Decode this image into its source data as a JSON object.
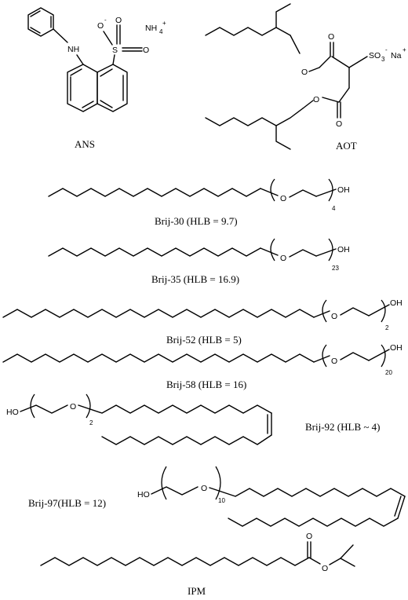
{
  "molecules": {
    "ans": {
      "caption": "ANS",
      "nh": "NH",
      "s": "S",
      "o1": "O",
      "o2": "O",
      "o_minus": "O",
      "minus": "-",
      "nh4": "NH",
      "nh4_sub": "4",
      "nh4_plus": "+"
    },
    "aot": {
      "caption": "AOT",
      "o_ester1": "O",
      "o_carb1": "O",
      "o_ester2": "O",
      "o_carb2": "O",
      "so3": "SO",
      "so3_sub": "3",
      "so3_minus": "-",
      "na": "Na",
      "na_plus": "+"
    },
    "brij30": {
      "caption": "Brij-30 (HLB = 9.7)",
      "o": "O",
      "oh": "OH",
      "n": "4"
    },
    "brij35": {
      "caption": "Brij-35  (HLB = 16.9)",
      "o": "O",
      "oh": "OH",
      "n": "23"
    },
    "brij52": {
      "caption": "Brij-52  (HLB = 5)",
      "o": "O",
      "oh": "OH",
      "n": "2"
    },
    "brij58": {
      "caption": "Brij-58  (HLB = 16)",
      "o": "O",
      "oh": "OH",
      "n": "20"
    },
    "brij92": {
      "caption": "Brij-92  (HLB ~ 4)",
      "ho": "HO",
      "o": "O",
      "n": "2"
    },
    "brij97": {
      "caption": "Brij-97(HLB = 12)",
      "ho": "HO",
      "o": "O",
      "n": "10"
    },
    "ipm": {
      "caption": "IPM",
      "o_carb": "O",
      "o_ester": "O"
    }
  }
}
